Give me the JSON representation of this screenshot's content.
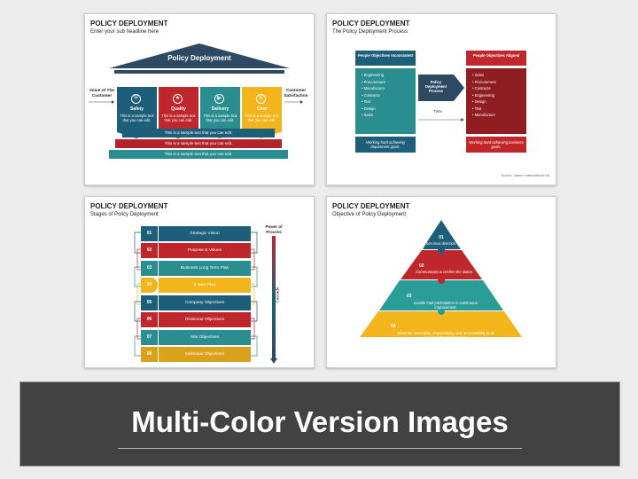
{
  "slide1": {
    "title": "POLICY DEPLOYMENT",
    "subtitle": "Enter your sub headline here",
    "roof_label": "Policy Deployment",
    "left_label": "Voice of The Customer",
    "right_label": "Customer Satisfaction",
    "pillars": [
      {
        "label": "Safety",
        "text": "This is a sample text that you can edit.",
        "icon": "shield-icon",
        "color": "#1d5f7a"
      },
      {
        "label": "Quality",
        "text": "This is a sample text that you can edit.",
        "icon": "award-icon",
        "color": "#c0272d"
      },
      {
        "label": "Delivery",
        "text": "This is a sample text that you can edit.",
        "icon": "truck-icon",
        "color": "#2a8d8f"
      },
      {
        "label": "Cost",
        "text": "This is a sample text that you can edit.",
        "icon": "coins-icon",
        "color": "#f2b51c"
      }
    ],
    "steps": [
      {
        "text": "This is a sample text that you can edit.",
        "color": "#1d5f7a"
      },
      {
        "text": "This is a sample text that you can edit.",
        "color": "#b5232a"
      },
      {
        "text": "This is a sample text that you can edit.",
        "color": "#2a8d8f"
      }
    ]
  },
  "slide2": {
    "title": "POLICY DEPLOYMENT",
    "subtitle": "The Policy Deployment Process",
    "left_box": {
      "title": "People Objectives Inconsistent",
      "items": [
        "Engineering",
        "Procurement",
        "Manufacture",
        "Contracts",
        "Test",
        "Design",
        "Sales"
      ],
      "footer": "Working hard achieving department goals."
    },
    "center_arrow": "Policy Deployment Process",
    "time_label": "Time",
    "right_box": {
      "title": "People Objectives Aligned",
      "items": [
        "Sales",
        "Procurement",
        "Contracts",
        "Engineering",
        "Design",
        "Test",
        "Manufacture"
      ],
      "footer": "Working hard achieving business goals."
    },
    "source": "Source: Vitesco International Ltd."
  },
  "slide3": {
    "title": "POLICY DEPLOYMENT",
    "subtitle": "Stages of Policy Deployment",
    "stages": [
      {
        "num": "01",
        "name": "Strategic Vision",
        "color": "#1d5f7a"
      },
      {
        "num": "02",
        "name": "Purpose & Values",
        "color": "#c0272d"
      },
      {
        "num": "03",
        "name": "Business Long Term Plan",
        "color": "#2a8d8f"
      },
      {
        "num": "04",
        "name": "5 Year Plan",
        "color": "#f2b51c"
      },
      {
        "num": "05",
        "name": "Company Objectives",
        "color": "#1d5f7a"
      },
      {
        "num": "06",
        "name": "Divisional Objectives",
        "color": "#c0272d"
      },
      {
        "num": "07",
        "name": "Site Objectives",
        "color": "#2a8d8f"
      },
      {
        "num": "08",
        "name": "Individual Objectives",
        "color": "#d9a21a"
      }
    ],
    "power_label": "Power of Process",
    "cascade_label": "Cascade"
  },
  "slide4": {
    "title": "POLICY DEPLOYMENT",
    "subtitle": "Objective of Policy Deployment",
    "levels": [
      {
        "num": "01",
        "text": "Set clear direction.",
        "color": "#1d5f7a"
      },
      {
        "num": "02",
        "text": "Communicate & confirm the status",
        "color": "#c0272d"
      },
      {
        "num": "03",
        "text": "Enable total participation in continuous improvement.",
        "color": "#2a9d99"
      },
      {
        "num": "04",
        "text": "Generate ownership, responsibility, and accountability at all levels of the organization.",
        "color": "#f2b51c"
      }
    ]
  },
  "banner": {
    "title": "Multi-Color Version Images"
  }
}
